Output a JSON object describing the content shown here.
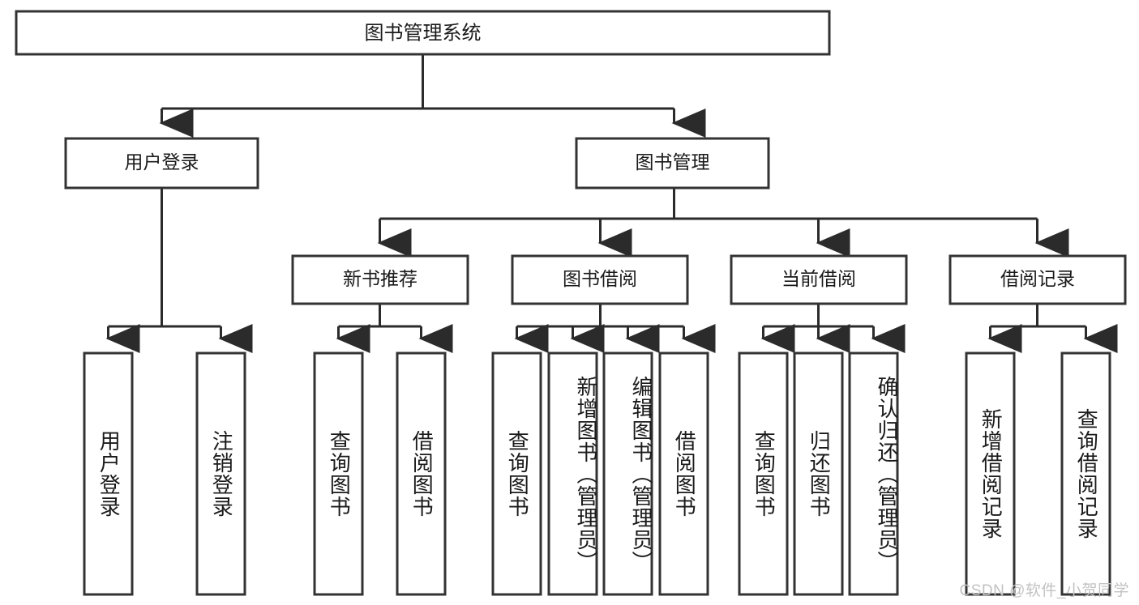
{
  "diagram": {
    "type": "tree-hierarchy-chart",
    "title": "图书管理系统",
    "watermark": "CSDN @软件_小贺同学",
    "levels": 4,
    "root": {
      "id": "root",
      "label": "图书管理系统",
      "level": 0
    },
    "level1": [
      {
        "id": "user-login",
        "label": "用户登录",
        "level": 1
      },
      {
        "id": "book-manage",
        "label": "图书管理",
        "level": 1
      }
    ],
    "level2": [
      {
        "id": "new-book-recommend",
        "label": "新书推荐",
        "level": 2,
        "parent": "book-manage"
      },
      {
        "id": "book-borrow",
        "label": "图书借阅",
        "level": 2,
        "parent": "book-manage"
      },
      {
        "id": "current-borrow",
        "label": "当前借阅",
        "level": 2,
        "parent": "book-manage"
      },
      {
        "id": "borrow-record",
        "label": "借阅记录",
        "level": 2,
        "parent": "book-manage"
      }
    ],
    "leaves": [
      {
        "id": "leaf-user-login",
        "label": "用户登录",
        "parent": "user-login"
      },
      {
        "id": "leaf-user-logout",
        "label": "注销登录",
        "parent": "user-login"
      },
      {
        "id": "leaf-query-book-1",
        "label": "查询图书",
        "parent": "new-book-recommend"
      },
      {
        "id": "leaf-borrow-book-1",
        "label": "借阅图书",
        "parent": "new-book-recommend"
      },
      {
        "id": "leaf-query-book-2",
        "label": "查询图书",
        "parent": "book-borrow"
      },
      {
        "id": "leaf-add-book",
        "label": "新增图书（管理员）",
        "parent": "book-borrow"
      },
      {
        "id": "leaf-edit-book",
        "label": "编辑图书（管理员）",
        "parent": "book-borrow"
      },
      {
        "id": "leaf-borrow-book-2",
        "label": "借阅图书",
        "parent": "book-borrow"
      },
      {
        "id": "leaf-query-book-3",
        "label": "查询图书",
        "parent": "current-borrow"
      },
      {
        "id": "leaf-return-book",
        "label": "归还图书",
        "parent": "current-borrow"
      },
      {
        "id": "leaf-confirm-return",
        "label": "确认归还（管理员）",
        "parent": "current-borrow"
      },
      {
        "id": "leaf-add-record",
        "label": "新增借阅记录",
        "parent": "borrow-record"
      },
      {
        "id": "leaf-query-record",
        "label": "查询借阅记录",
        "parent": "borrow-record"
      }
    ],
    "colors": {
      "box_stroke": "#333333",
      "box_fill": "#ffffff",
      "connector": "#2b2b2b",
      "text": "#1a1a1a",
      "watermark": "#c2c2c2",
      "background": "#ffffff"
    }
  }
}
